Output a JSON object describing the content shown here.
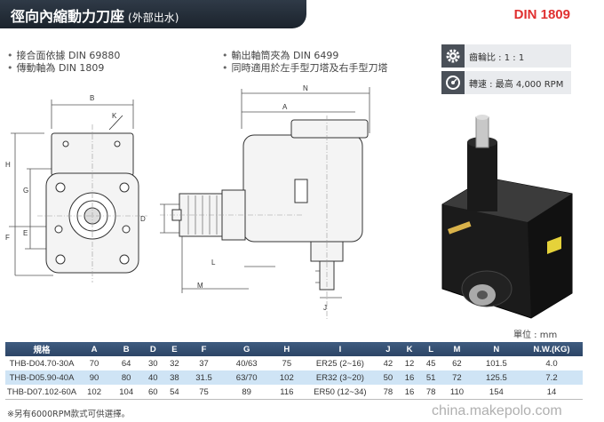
{
  "title": "徑向內縮動力刀座",
  "subtitle": "(外部出水)",
  "standard": "DIN 1809",
  "features_left": [
    "接合面依據 DIN 69880",
    "傳動軸為 DIN 1809"
  ],
  "features_right": [
    "輸出軸筒夾為 DIN 6499",
    "同時適用於左手型刀塔及右手型刀塔"
  ],
  "specs": [
    {
      "icon": "gear-icon",
      "text": "齒輪比 : 1 : 1"
    },
    {
      "icon": "speed-gauge-icon",
      "text": "轉速 : 最高 4,000 RPM"
    }
  ],
  "dimension_labels": {
    "B": "B",
    "K": "K",
    "H": "H",
    "G": "G",
    "E": "E",
    "F": "F",
    "D": "D",
    "N": "N",
    "A": "A",
    "L": "L",
    "M": "M",
    "J": "J"
  },
  "unit_label": "單位 : mm",
  "table": {
    "headers": [
      "規格",
      "A",
      "B",
      "D",
      "E",
      "F",
      "G",
      "H",
      "I",
      "J",
      "K",
      "L",
      "M",
      "N",
      "N.W.(KG)"
    ],
    "rows": [
      [
        "THB-D04.70-30A",
        "70",
        "64",
        "30",
        "32",
        "37",
        "40/63",
        "75",
        "ER25 (2~16)",
        "42",
        "12",
        "45",
        "62",
        "101.5",
        "4.0"
      ],
      [
        "THB-D05.90-40A",
        "90",
        "80",
        "40",
        "38",
        "31.5",
        "63/70",
        "102",
        "ER32 (3~20)",
        "50",
        "16",
        "51",
        "72",
        "125.5",
        "7.2"
      ],
      [
        "THB-D07.102-60A",
        "102",
        "104",
        "60",
        "54",
        "75",
        "89",
        "116",
        "ER50 (12~34)",
        "78",
        "16",
        "78",
        "110",
        "154",
        "14"
      ]
    ]
  },
  "footnote": "※另有6000RPM款式可供選擇。",
  "watermark": "china.makepolo.com",
  "colors": {
    "title_bg": "#222b35",
    "din_red": "#e03030",
    "table_header": "#34506f",
    "row_highlight": "#cfe4f5"
  }
}
